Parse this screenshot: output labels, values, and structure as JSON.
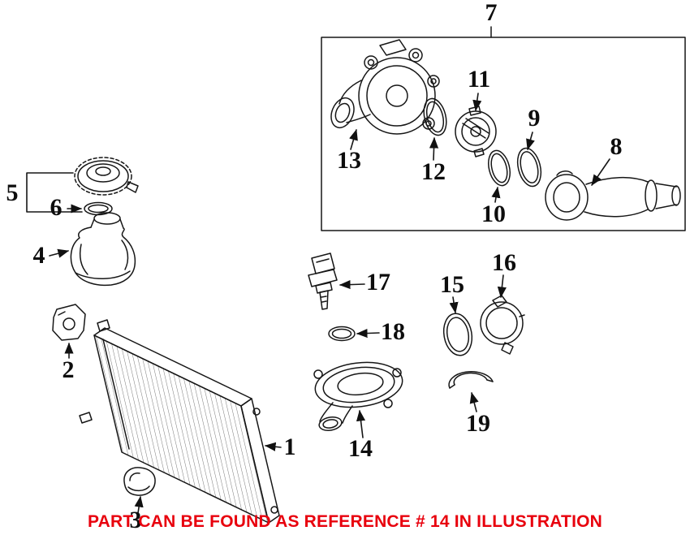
{
  "banner": {
    "text": "PART CAN BE FOUND AS REFERENCE # 14 IN ILLUSTRATION",
    "color": "#e8000d"
  },
  "callouts": [
    {
      "n": "1"
    },
    {
      "n": "2"
    },
    {
      "n": "3"
    },
    {
      "n": "4"
    },
    {
      "n": "5"
    },
    {
      "n": "6"
    },
    {
      "n": "7"
    },
    {
      "n": "8"
    },
    {
      "n": "9"
    },
    {
      "n": "10"
    },
    {
      "n": "11"
    },
    {
      "n": "12"
    },
    {
      "n": "13"
    },
    {
      "n": "14"
    },
    {
      "n": "15"
    },
    {
      "n": "16"
    },
    {
      "n": "17"
    },
    {
      "n": "18"
    },
    {
      "n": "19"
    }
  ]
}
